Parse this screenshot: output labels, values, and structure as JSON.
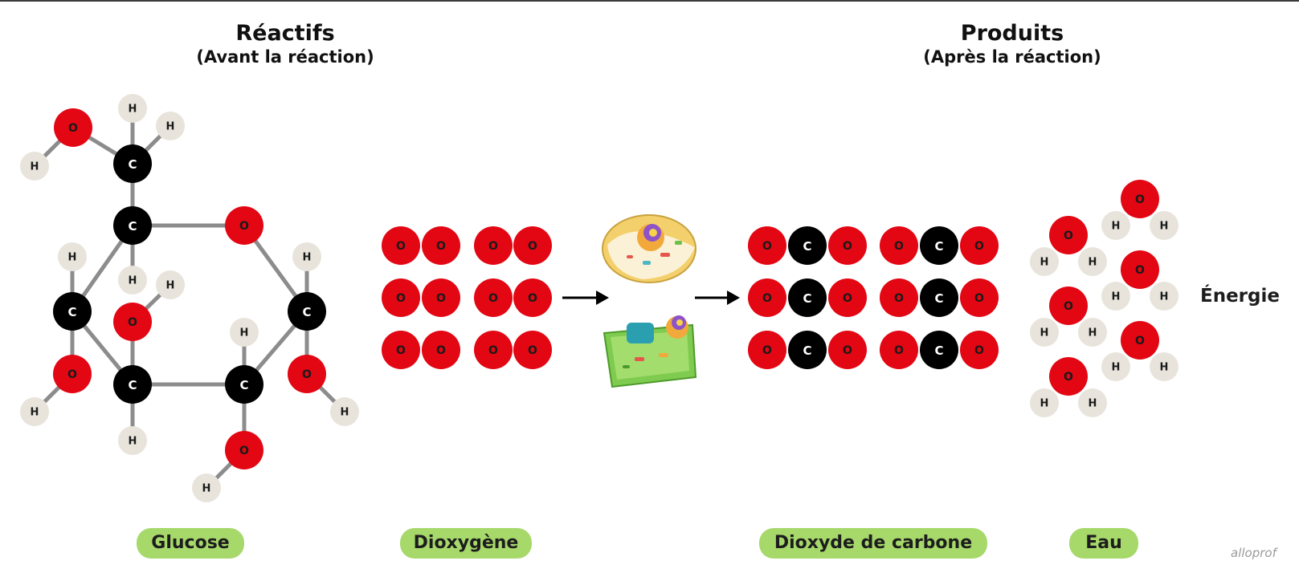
{
  "reactants_heading": {
    "title": "Réactifs",
    "subtitle": "(Avant la réaction)"
  },
  "products_heading": {
    "title": "Produits",
    "subtitle": "(Après la réaction)"
  },
  "atoms": {
    "oxygen": "O",
    "carbon": "C",
    "hydrogen": "H"
  },
  "labels": {
    "glucose": "Glucose",
    "dioxygen": "Dioxygène",
    "carbon_dioxide": "Dioxyde de carbone",
    "water": "Eau"
  },
  "energy": "Énergie",
  "watermark": "alloprof",
  "colors": {
    "oxygen": "#e30613",
    "carbon": "#000000",
    "hydrogen": "#e8e4dc",
    "bond": "#8c8c8c",
    "label_pill": "#a6d86a"
  },
  "icons": [
    "animal-cell-icon",
    "plant-cell-icon",
    "arrow-right-icon"
  ]
}
